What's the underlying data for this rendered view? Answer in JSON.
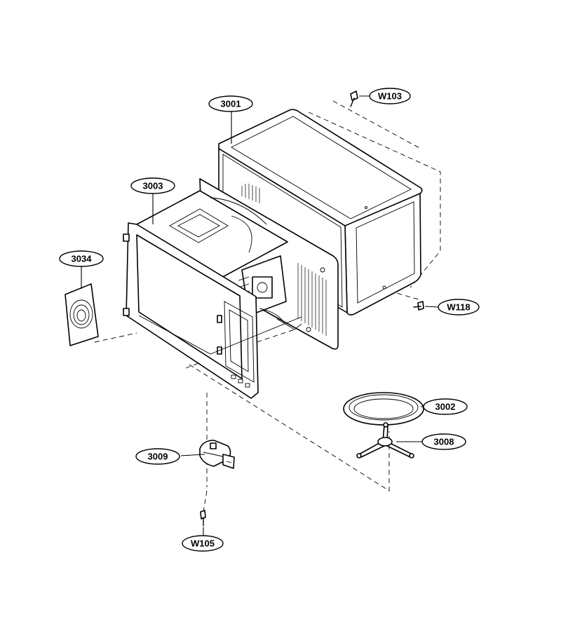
{
  "callouts": {
    "p3001": "3001",
    "p3003": "3003",
    "p3034": "3034",
    "pW103": "W103",
    "pW118": "W118",
    "p3002": "3002",
    "p3008": "3008",
    "p3009": "3009",
    "pW105": "W105"
  }
}
